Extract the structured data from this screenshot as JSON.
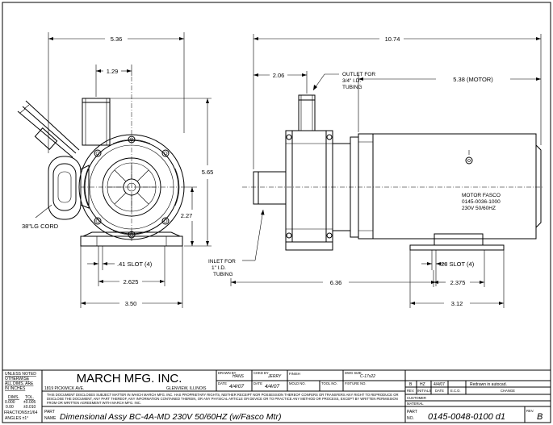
{
  "dimensions": {
    "width_total": "5.36",
    "outlet_offset": "1.29",
    "height_total": "5.65",
    "shaft_height": "2.27",
    "slot_front": ".41 SLOT (4)",
    "base_inner": "2.625",
    "base_outer": "3.50",
    "length_total": "10.74",
    "outlet_side": "2.06",
    "motor_length": "5.38 (MOTOR)",
    "slot_side": ".28 SLOT (4)",
    "base_side_inner": "2.375",
    "base_side_outer": "3.12",
    "overall_body": "6.36"
  },
  "notes": {
    "outlet_label": [
      "OUTLET FOR",
      "3/4\" I.D.",
      "TUBING"
    ],
    "inlet_label": [
      "INLET FOR",
      "1\" I.D.",
      "TUBING"
    ],
    "cord": "38\"LG CORD",
    "motor": [
      "MOTOR FASCO",
      "0145-0036-1000",
      "230V  50/60HZ"
    ]
  },
  "title_block": {
    "tolerance_header": [
      "UNLESS NOTED",
      "OTHERWISE",
      "ALL DIMS. ARE",
      "IN INCHES"
    ],
    "dims_label": "DIMS.",
    "tol_label": "TOL.",
    "tolerances": [
      "0.000",
      "±0.005",
      "0.00",
      "±0.010"
    ],
    "fractions": "FRACTIONS±1/64",
    "angles": "ANGLES  ±1°",
    "company": "MARCH MFG. INC.",
    "address": "1819 PICKWICK AVE.",
    "city": "GLENVIEW, ILLINOIS",
    "drawn_by_label": "DRAWN BY",
    "drawn_by": "HANS",
    "chkd_by_label": "CHKD BY",
    "chkd_by": "JERRY",
    "finish_label": "FINISH",
    "dwg_size_label": "DWG SIZE",
    "dwg_size": "C-17x22",
    "date_label": "DATE",
    "date1": "4/4/07",
    "date2": "4/4/07",
    "mold_label": "MOLD NO.",
    "tool_label": "TOOL NO.",
    "fixture_label": "FIXTURE NO.",
    "disclaimer": [
      "THIS DOCUMENT DISCLOSES SUBJECT MATTER IN WHICH MARCH MFG. INC. HAS PROPRIETARY RIGHTS, NEITHER RECEIPT NOR POSSESSION THEREOF CONFERS OR TRANSFERS ANY RIGHT TO REPRODUCE OR",
      "DISCLOSE THE DOCUMENT, ANY PART THEREOF, ANY INFORMATION CONTAINED THEREIN, OR ANY PHYSICAL ARTICLE OR DEVICE OR TO PRACTICE ANY METHOD OR PROCESS, EXCEPT BY WRITTEN PERMISSION",
      "FROM OR WRITTEN AGREEMENT WITH MARCH MFG. INC."
    ],
    "part_name_label": "PART NAME",
    "part_name": "Dimensional Assy BC-4A-MD 230V 50/60HZ (w/Fasco Mtr)",
    "part_no_label": "PART NO.",
    "part_no": "0145-0048-0100 d1",
    "rev_label": "REV.",
    "rev": "B",
    "revision": {
      "rev": "B",
      "hz": "HZ",
      "date": "4/4/07",
      "change": "Redrawn in autocad.",
      "col_rev": "REV.",
      "col_initials": "INITIALS",
      "col_date": "DATE",
      "col_eco": "E.C.O.",
      "col_change": "CHANGE"
    },
    "customer_label": "CUSTOMER",
    "material_label": "MATERIAL"
  }
}
